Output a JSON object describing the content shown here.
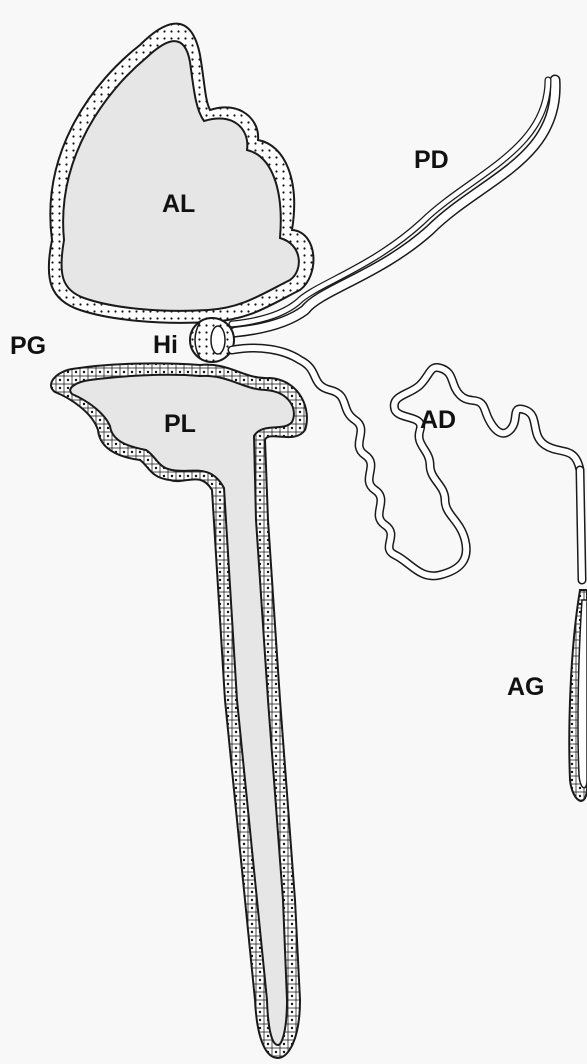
{
  "colors": {
    "background": "#f8f8f8",
    "gland_fill": "#e6e6e6",
    "outline": "#1a1a1a",
    "duct_fill": "#ffffff"
  },
  "labels": {
    "pd": "PD",
    "al": "AL",
    "pg": "PG",
    "hi": "Hi",
    "pl": "PL",
    "ad": "AD",
    "ag": "AG"
  }
}
